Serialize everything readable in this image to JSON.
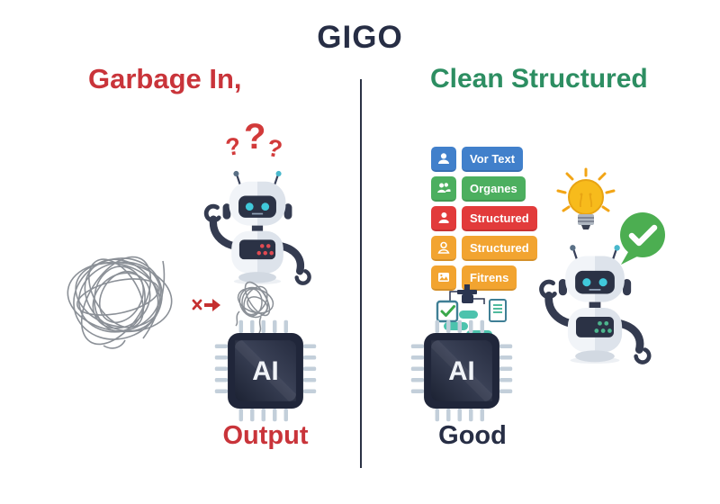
{
  "title": {
    "text": "GIGO",
    "color": "#272e45"
  },
  "divider_color": "#2b3245",
  "left": {
    "heading": {
      "text": "Garbage In,",
      "color": "#c9343a"
    },
    "question_marks": [
      "?",
      "?",
      "?"
    ],
    "question_color": "#d23a3a",
    "chip_label": "AI",
    "footer": {
      "text": "Output",
      "color": "#c9343a"
    }
  },
  "right": {
    "heading": {
      "text": "Clean Structured",
      "color": "#2d8e62"
    },
    "labels": [
      {
        "icon": "user-icon",
        "text": "Vor Text",
        "color": "#4180cb"
      },
      {
        "icon": "users-icon",
        "text": "Organes",
        "color": "#4caf5f"
      },
      {
        "icon": "user-icon",
        "text": "Structured",
        "color": "#e23b3b"
      },
      {
        "icon": "user-outline-icon",
        "text": "Structured",
        "color": "#f2a430"
      },
      {
        "icon": "image-icon",
        "text": "Fitrens",
        "color": "#f2a430"
      }
    ],
    "chip_label": "AI",
    "footer": {
      "text": "Good",
      "color": "#272e45"
    }
  },
  "colors": {
    "x_arrow": "#c53030",
    "scribble": "#8b9097",
    "bulb": "#f7bb1c",
    "check_bubble": "#4cae51",
    "chip_body": "#20263a",
    "robot_accent": "#343b50",
    "eye_cyan": "#40c9db"
  }
}
